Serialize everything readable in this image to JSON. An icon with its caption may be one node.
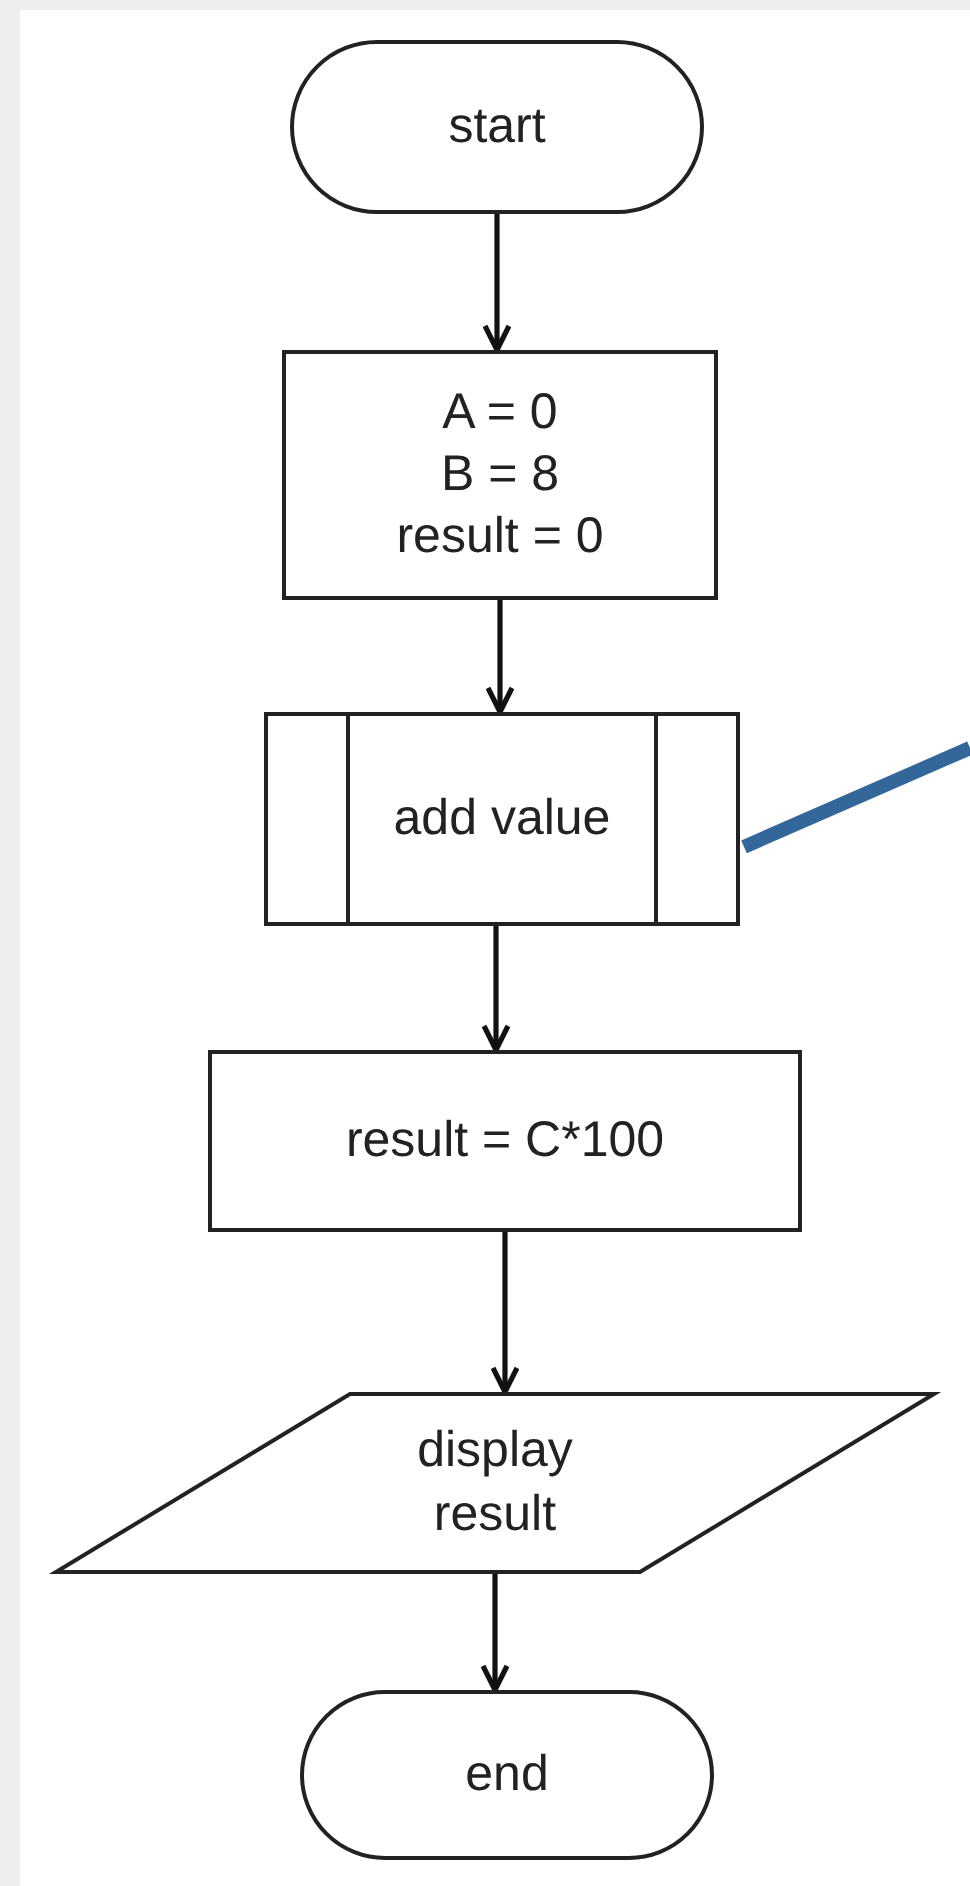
{
  "diagram": {
    "nodes": [
      {
        "text": [
          "start"
        ]
      },
      {
        "text": [
          "A = 0",
          "B = 8",
          "result = 0"
        ]
      },
      {
        "text": [
          "add value"
        ]
      },
      {
        "text": [
          "result = C*100"
        ]
      },
      {
        "text": [
          "display result"
        ]
      },
      {
        "text": [
          "end"
        ]
      }
    ],
    "edges": [
      {
        "from": 0,
        "to": 1,
        "arrow": "to"
      },
      {
        "from": 1,
        "to": 2,
        "arrow": "to"
      },
      {
        "from": 2,
        "to": 3,
        "arrow": "to"
      },
      {
        "from": 3,
        "to": 4,
        "arrow": "to"
      },
      {
        "from": 4,
        "to": 5,
        "arrow": "to"
      },
      {
        "from": null,
        "to": 2,
        "arrow": "none",
        "style": "thick",
        "color": "#336699"
      }
    ]
  }
}
